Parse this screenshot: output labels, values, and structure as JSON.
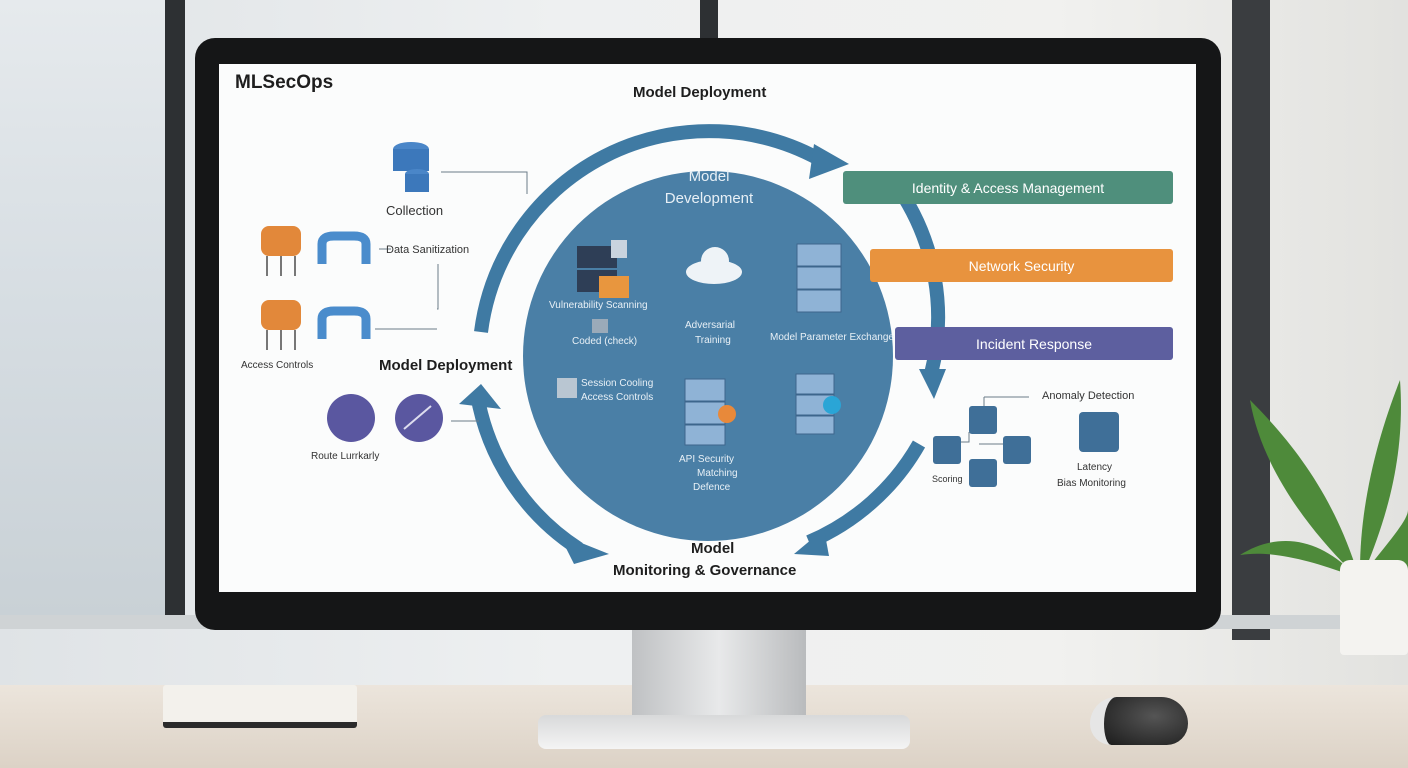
{
  "diagram": {
    "title": "MLSecOps",
    "top_label": "Model Deployment",
    "bottom_label_line1": "Model",
    "bottom_label_line2": "Monitoring & Governance",
    "center": {
      "title_line1": "Model",
      "title_line2": "Development",
      "items": [
        "Vulnerability Scanning",
        "Coded (check)",
        "Adversarial",
        "Training",
        "Model Parameter Exchange",
        "Session Cooling",
        "Access Controls",
        "API Security",
        "Matching",
        "Defence"
      ]
    },
    "left": {
      "collection": "Collection",
      "sanitization": "Data Sanitization",
      "access_controls": "Access Controls",
      "deployment": "Model Deployment",
      "route": "Route Lurrkarly"
    },
    "right": {
      "pills": [
        {
          "label": "Identity & Access Management",
          "color": "#4f8f7c"
        },
        {
          "label": "Network Security",
          "color": "#e8933e"
        },
        {
          "label": "Incident Response",
          "color": "#5d5f9f"
        }
      ],
      "anomaly": "Anomaly Detection",
      "scoring": "Scoring",
      "bias_line1": "Latency",
      "bias_line2": "Bias Monitoring"
    },
    "colors": {
      "ring": "#3f7aa3",
      "circle": "#4a7fa6"
    }
  }
}
